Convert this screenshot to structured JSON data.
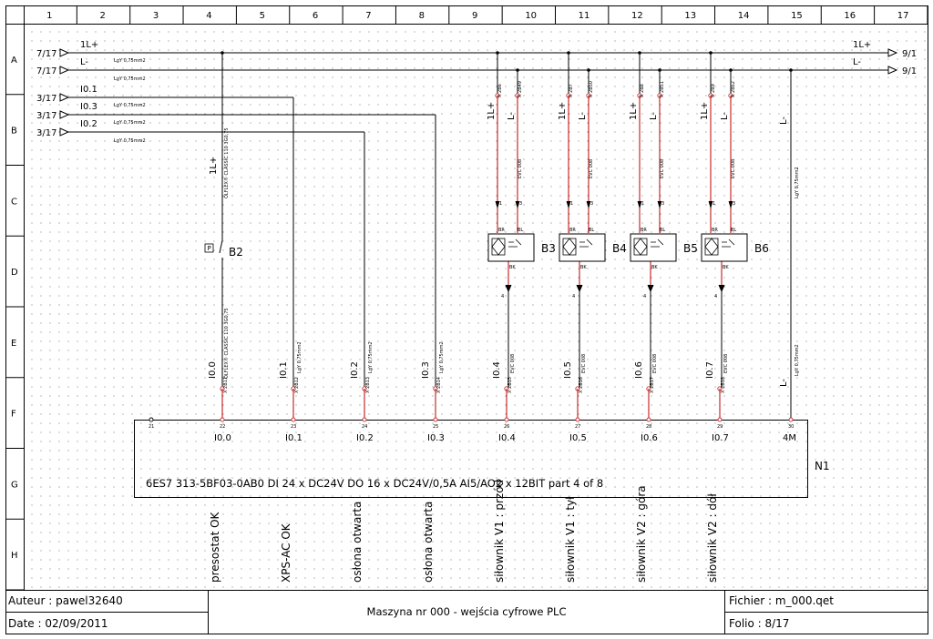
{
  "sheet": {
    "columns": [
      "1",
      "2",
      "3",
      "4",
      "5",
      "6",
      "7",
      "8",
      "9",
      "10",
      "11",
      "12",
      "13",
      "14",
      "15",
      "16",
      "17"
    ],
    "rows": [
      "A",
      "B",
      "C",
      "D",
      "E",
      "F",
      "G",
      "H"
    ]
  },
  "cable_spec": "LgY 0,75mm2",
  "flex_spec": "ÖLFLEX® CLASSIC 110 3G0,75",
  "evc_spec": "EVC 008",
  "bus": {
    "l_plus": "1L+",
    "l_minus": "L-",
    "ref_left": "7/17",
    "ref_right": "9/1"
  },
  "inputs_left": [
    {
      "ref": "3/17",
      "name": "I0.1"
    },
    {
      "ref": "3/17",
      "name": "I0.3"
    },
    {
      "ref": "3/17",
      "name": "I0.2"
    }
  ],
  "pressure_switch": {
    "tag": "B2",
    "symbol": "P",
    "label": "1L+"
  },
  "sensors": [
    {
      "tag": "B3",
      "plus_label": "1L+",
      "minus_label": "L-",
      "w1": "X 2B6",
      "w2": "X 2B49",
      "pin1": "1",
      "pin3": "3",
      "br": "BR",
      "bl": "BL",
      "bk": "BK",
      "pin4": "4"
    },
    {
      "tag": "B4",
      "plus_label": "1L+",
      "minus_label": "L-",
      "w1": "X 2B7",
      "w2": "X 2B50",
      "pin1": "1",
      "pin3": "3",
      "br": "BR",
      "bl": "BL",
      "bk": "BK",
      "pin4": "4"
    },
    {
      "tag": "B5",
      "plus_label": "1L+",
      "minus_label": "L-",
      "w1": "X 2B8",
      "w2": "X 2B51",
      "pin1": "1",
      "pin3": "3",
      "br": "BR",
      "bl": "BL",
      "bk": "BK",
      "pin4": "4"
    },
    {
      "tag": "B6",
      "plus_label": "1L+",
      "minus_label": "L-",
      "w1": "X 2B9",
      "w2": "X 2B52",
      "pin1": "1",
      "pin3": "3",
      "br": "BR",
      "bl": "BL",
      "bk": "BK",
      "pin4": "4"
    }
  ],
  "l_minus_lower": "L-",
  "plc": {
    "tag": "N1",
    "description": "6ES7 313-5BF03-0AB0    DI 24 x DC24V   DO 16 x DC24V/0,5A   AI5/AO2 x 12BIT   part 4 of 8",
    "terminals": [
      {
        "num": "21",
        "label": ""
      },
      {
        "num": "22",
        "label": "I0.0"
      },
      {
        "num": "23",
        "label": "I0.1"
      },
      {
        "num": "24",
        "label": "I0.2"
      },
      {
        "num": "25",
        "label": "I0.3"
      },
      {
        "num": "26",
        "label": "I0.4"
      },
      {
        "num": "27",
        "label": "I0.5"
      },
      {
        "num": "28",
        "label": "I0.6"
      },
      {
        "num": "29",
        "label": "I0.7"
      },
      {
        "num": "30",
        "label": "4M"
      }
    ]
  },
  "input_wires": [
    {
      "addr": "I0.0",
      "marker": "X 2B11"
    },
    {
      "addr": "I0.1",
      "marker": "X 2B12"
    },
    {
      "addr": "I0.2",
      "marker": "X 2B13"
    },
    {
      "addr": "I0.3",
      "marker": "X 2B14"
    },
    {
      "addr": "I0.4",
      "marker": "X 2B15"
    },
    {
      "addr": "I0.5",
      "marker": "X 2B16"
    },
    {
      "addr": "I0.6",
      "marker": "X 2B17"
    },
    {
      "addr": "I0.7",
      "marker": "X 2B18"
    }
  ],
  "descriptions": [
    "presostat OK",
    "XPS-AC OK",
    "osłona otwarta",
    "osłona otwarta",
    "siłownik V1 : przód",
    "siłownik V1 : tył",
    "siłownik V2 : góra",
    "siłownik V2 : dół"
  ],
  "title_block": {
    "author": "Auteur : pawel32640",
    "date": "Date : 02/09/2011",
    "title": "Maszyna nr 000 - wejścia cyfrowe PLC",
    "file": "Fichier : m_000.qet",
    "folio": "Folio : 8/17"
  }
}
